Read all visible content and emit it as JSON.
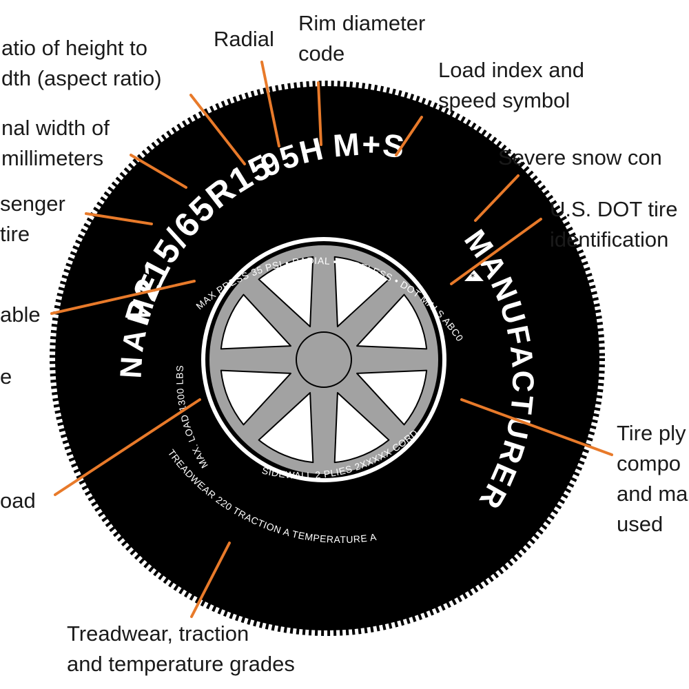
{
  "callouts": {
    "aspect_ratio": [
      "atio of height to",
      "dth (aspect ratio)"
    ],
    "radial": [
      "Radial"
    ],
    "rim_diameter": [
      "Rim diameter",
      "code"
    ],
    "load_speed": [
      "Load index and",
      "speed symbol"
    ],
    "nominal_width": [
      "nal width of",
      "millimeters"
    ],
    "severe_snow": [
      "Severe snow con"
    ],
    "passenger": [
      "senger",
      "tire"
    ],
    "dot": [
      "U.S. DOT tire",
      "identification"
    ],
    "applicable": [
      "able"
    ],
    "e_fragment": [
      "e"
    ],
    "load": [
      "oad"
    ],
    "plies": [
      "Tire ply",
      "compo",
      "and ma",
      "used"
    ],
    "grades": [
      "Treadwear, traction",
      "and temperature grades"
    ]
  },
  "sidewall": {
    "size": "P215/65R15",
    "service": "95H",
    "ms": "M+S",
    "name": "NAME",
    "manufacturer": "MANUFACTURER",
    "small_top": "MAX PRESS 35 PSI • RADIAL • TUBELESS • DOT MALS ABC036 • TREAD 4 PLIES 2XXXXX CORD",
    "small_bottom": "SIDEWALL 2 PLIES 2XXXXX CORD",
    "small_left": "MAX. LOAD 1300 LBS",
    "outer_bottom": "TREADWEAR 220 TRACTION A TEMPERATURE A"
  },
  "colors": {
    "tire": "#000000",
    "wheel": "#a2a2a2",
    "leader": "#e87a2a",
    "text": "#1a1a1a"
  }
}
